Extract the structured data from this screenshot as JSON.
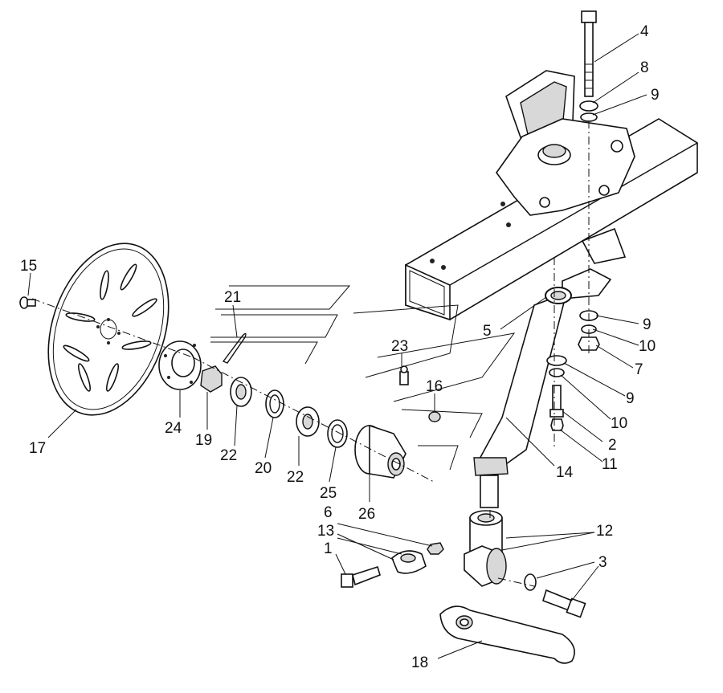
{
  "callouts": [
    {
      "id": "c4",
      "text": "4"
    },
    {
      "id": "c8",
      "text": "8"
    },
    {
      "id": "c9a",
      "text": "9"
    },
    {
      "id": "c15",
      "text": "15"
    },
    {
      "id": "c21",
      "text": "21"
    },
    {
      "id": "c5",
      "text": "5"
    },
    {
      "id": "c9b",
      "text": "9"
    },
    {
      "id": "c10a",
      "text": "10"
    },
    {
      "id": "c7",
      "text": "7"
    },
    {
      "id": "c23",
      "text": "23"
    },
    {
      "id": "c16",
      "text": "16"
    },
    {
      "id": "c9c",
      "text": "9"
    },
    {
      "id": "c10b",
      "text": "10"
    },
    {
      "id": "c24",
      "text": "24"
    },
    {
      "id": "c19",
      "text": "19"
    },
    {
      "id": "c2",
      "text": "2"
    },
    {
      "id": "c17",
      "text": "17"
    },
    {
      "id": "c22a",
      "text": "22"
    },
    {
      "id": "c20",
      "text": "20"
    },
    {
      "id": "c11",
      "text": "11"
    },
    {
      "id": "c14",
      "text": "14"
    },
    {
      "id": "c22b",
      "text": "22"
    },
    {
      "id": "c25",
      "text": "25"
    },
    {
      "id": "c26",
      "text": "26"
    },
    {
      "id": "c6",
      "text": "6"
    },
    {
      "id": "c12",
      "text": "12"
    },
    {
      "id": "c13",
      "text": "13"
    },
    {
      "id": "c1",
      "text": "1"
    },
    {
      "id": "c3",
      "text": "3"
    },
    {
      "id": "c18",
      "text": "18"
    }
  ]
}
